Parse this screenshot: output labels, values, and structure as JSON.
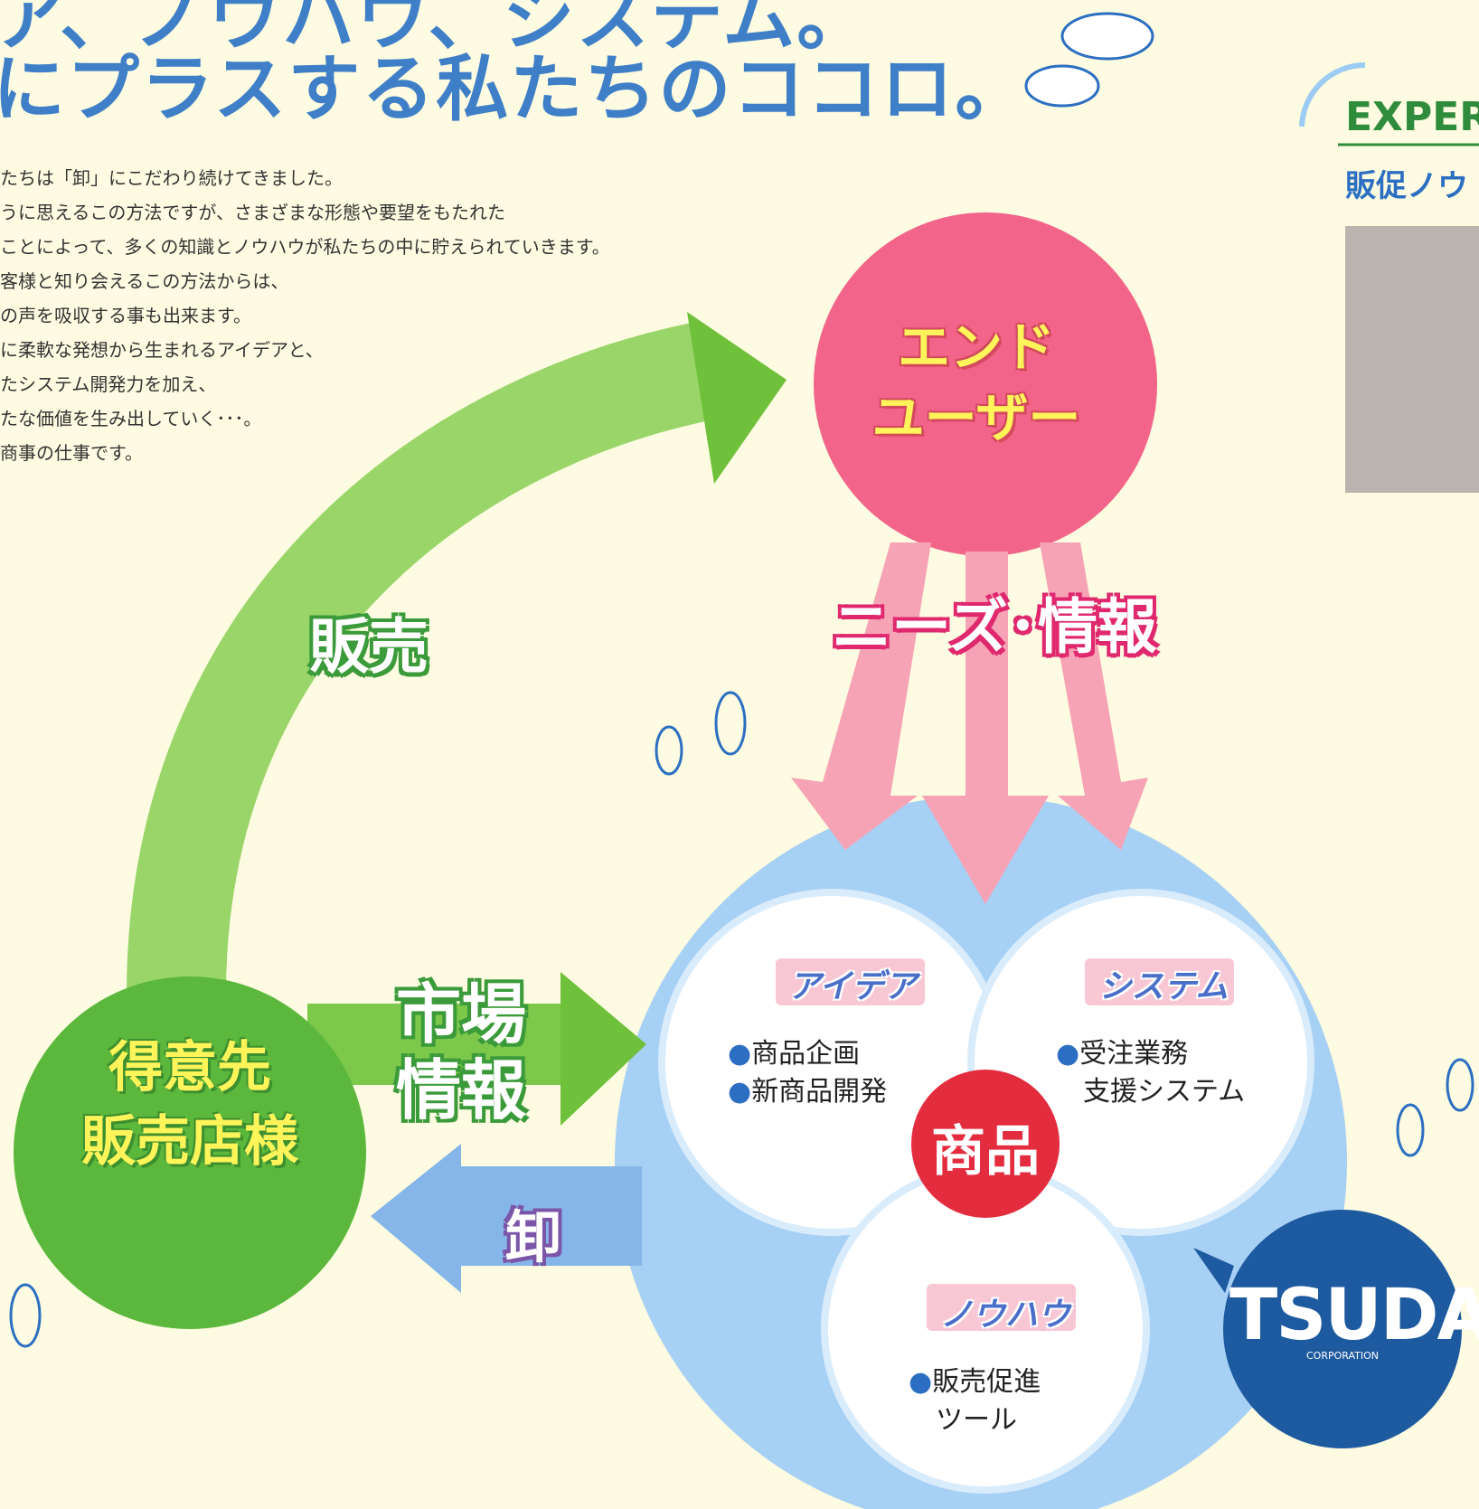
{
  "header": {
    "title_line1": "ア、ノウハウ、システム。",
    "title_line2": "にプラスする私たちのココロ。"
  },
  "intro": {
    "lines": [
      "たちは「卸」にこだわり続けてきました。",
      "うに思えるこの方法ですが、さまざまな形態や要望をもたれた",
      "ことによって、多くの知識とノウハウが私たちの中に貯えられていきます。",
      "客様と知り会えるこの方法からは、",
      "の声を吸収する事も出来ます。",
      "に柔軟な発想から生まれるアイデアと、",
      "たシステム開発力を加え、",
      "たな価値を生み出していく･･･。",
      "商事の仕事です。"
    ]
  },
  "diagram": {
    "end_user": {
      "line1": "エンド",
      "line2": "ユーザー"
    },
    "needs_label": "ニーズ･情報",
    "sales_label": "販売",
    "market_info": {
      "line1": "市場",
      "line2": "情報"
    },
    "wholesale_label": "卸",
    "customer": {
      "line1": "得意先",
      "line2": "販売店様"
    },
    "product_label": "商品",
    "idea": {
      "tag": "アイデア",
      "items": [
        "商品企画",
        "新商品開発"
      ]
    },
    "system": {
      "tag": "システム",
      "items": [
        "受注業務",
        "支援システム"
      ]
    },
    "knowhow": {
      "tag": "ノウハウ",
      "items": [
        "販売促進",
        "ツール"
      ]
    },
    "logo": {
      "name": "TSUDA",
      "sub": "CORPORATION"
    }
  },
  "side_panel": {
    "heading": "EXPERI",
    "subheading": "販促ノウ"
  },
  "colors": {
    "background": "#fdfbe1",
    "title_blue": "#3f7fc8",
    "end_user_pink": "#f2648a",
    "green_arrow": "#7cc84a",
    "customer_green": "#5bb83c",
    "product_blue": "#9ccbf3",
    "product_red": "#e32c3e",
    "tsuda_navy": "#1e5aa0"
  }
}
